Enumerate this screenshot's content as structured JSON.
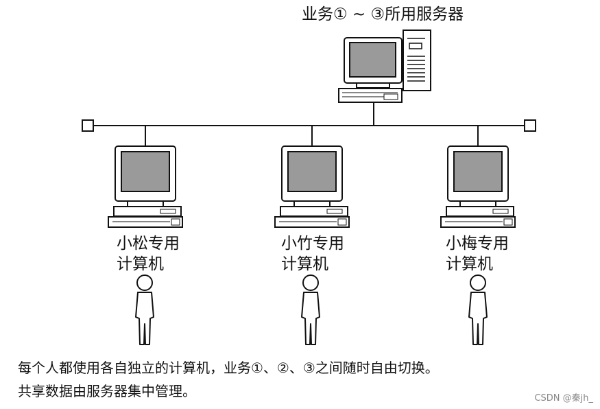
{
  "server": {
    "label": "业务① ~ ③所用服务器"
  },
  "clients": [
    {
      "line1": "小松专用",
      "line2": "计算机"
    },
    {
      "line1": "小竹专用",
      "line2": "计算机"
    },
    {
      "line1": "小梅专用",
      "line2": "计算机"
    }
  ],
  "caption": {
    "line1": "每个人都使用各自独立的计算机，业务①、②、③之间随时自由切换。",
    "line2": "共享数据由服务器集中管理。"
  },
  "watermark": "CSDN @秦jh_",
  "colors": {
    "ink": "#111111",
    "screen": "#9a9a9a",
    "bg": "#ffffff"
  }
}
